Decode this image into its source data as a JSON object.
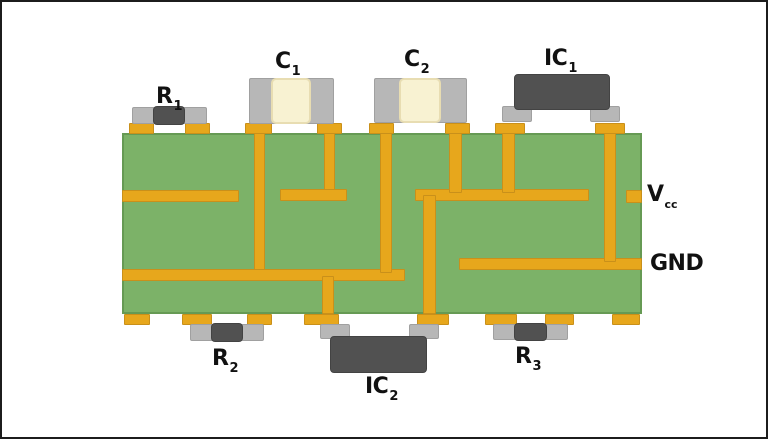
{
  "diagram": {
    "type": "pcb-cross-section",
    "board": "green substrate with copper traces and solder pads",
    "top_components": [
      "R1",
      "C1",
      "C2",
      "IC1"
    ],
    "bottom_components": [
      "R2",
      "IC2",
      "R3"
    ],
    "net_labels": [
      "Vcc",
      "GND"
    ]
  },
  "labels": {
    "r1": {
      "main": "R",
      "sub": "1"
    },
    "c1": {
      "main": "C",
      "sub": "1"
    },
    "c2": {
      "main": "C",
      "sub": "2"
    },
    "ic1": {
      "main": "IC",
      "sub": "1"
    },
    "vcc": {
      "main": "V",
      "sub": "cc"
    },
    "gnd": {
      "main": "GND",
      "sub": ""
    },
    "r2": {
      "main": "R",
      "sub": "2"
    },
    "ic2": {
      "main": "IC",
      "sub": "2"
    },
    "r3": {
      "main": "R",
      "sub": "3"
    }
  },
  "colors": {
    "background": "#ffffff",
    "frame_border": "#1c1c1c",
    "board_green": "#7cb268",
    "board_outline": "#669a54",
    "copper_orange": "#e7a71c",
    "copper_outline": "#c9901a",
    "component_gray": "#b7b7b7",
    "component_gray_outline": "#a0a0a0",
    "component_dark": "#515151",
    "capacitor_cream": "#f8f2d2",
    "label_text": "#111111"
  }
}
